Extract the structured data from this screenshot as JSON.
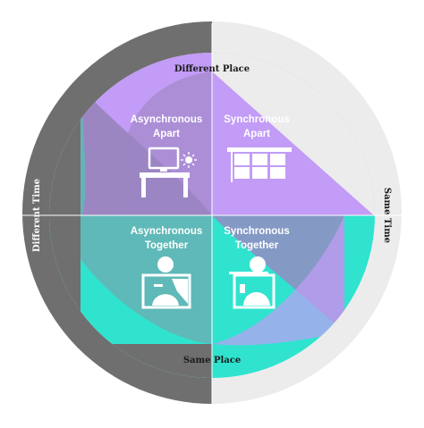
{
  "colors": {
    "outer_left": "#6f6f6f",
    "outer_right": "#ececec",
    "purple": "#c29cf6",
    "purple_dark": "#9b86c2",
    "teal": "#2fe3cf",
    "teal_dark": "#5fb9b8",
    "icon": "#ffffff",
    "label_dark": "#1a1a1a"
  },
  "ring_labels": {
    "top": "Different Place",
    "right": "Same Time",
    "bottom": "Same Place",
    "left": "Different Time"
  },
  "quadrants": [
    {
      "id": "async-apart",
      "line1": "Asynchronous",
      "line2": "Apart",
      "icon": "desk-with-computer-icon"
    },
    {
      "id": "sync-apart",
      "line1": "Synchronous",
      "line2": "Apart",
      "icon": "video-grid-icon"
    },
    {
      "id": "async-together",
      "line1": "Asynchronous",
      "line2": "Together",
      "icon": "person-at-board-icon"
    },
    {
      "id": "sync-together",
      "line1": "Synchronous",
      "line2": "Together",
      "icon": "person-at-screen-icon"
    }
  ]
}
